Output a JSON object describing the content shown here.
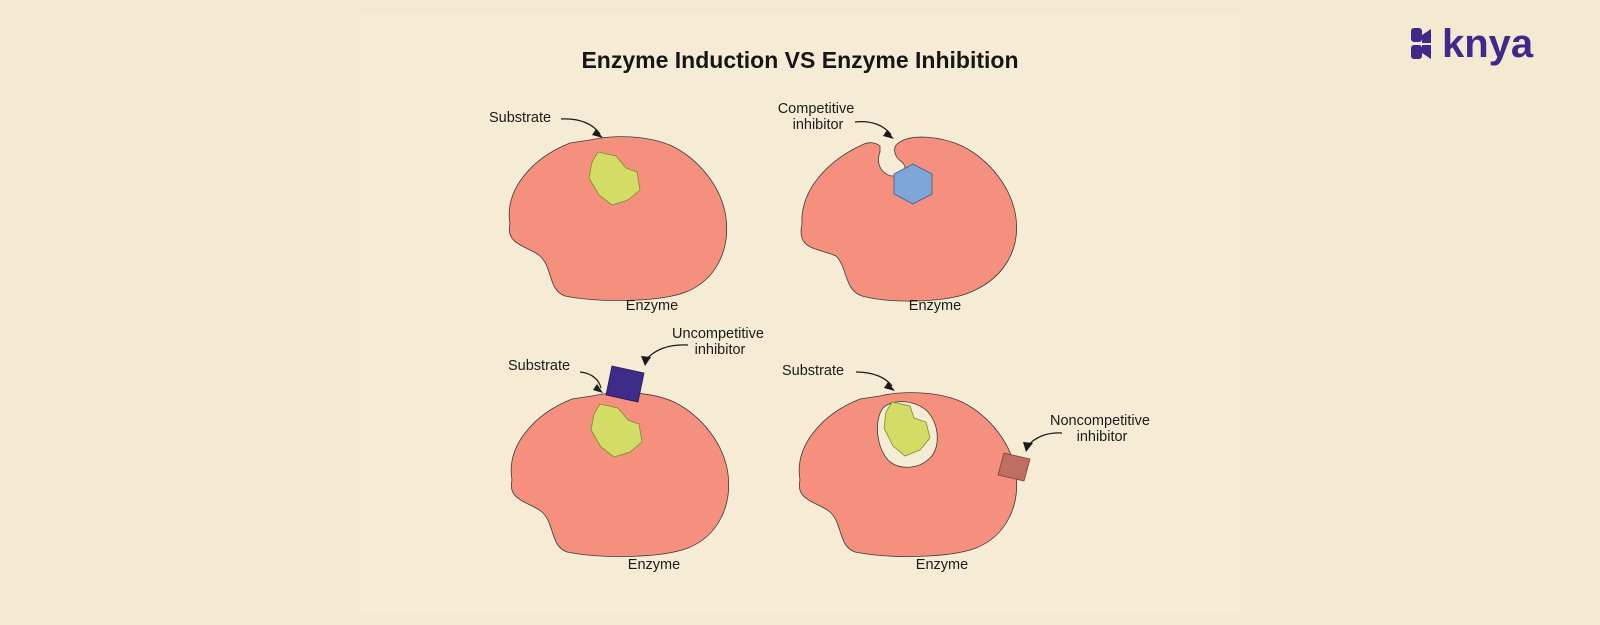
{
  "title": "Enzyme Induction VS Enzyme Inhibition",
  "brand": {
    "name": "knya",
    "color": "#3f2a8c"
  },
  "panels": [
    {
      "enzyme_label": "Enzyme",
      "pointers": [
        "Substrate"
      ]
    },
    {
      "enzyme_label": "Enzyme",
      "pointers": [
        "Competitive inhibitor"
      ]
    },
    {
      "enzyme_label": "Enzyme",
      "pointers": [
        "Substrate",
        "Uncompetitive inhibitor"
      ]
    },
    {
      "enzyme_label": "Enzyme",
      "pointers": [
        "Substrate",
        "Noncompetitive inhibitor"
      ]
    }
  ],
  "colors": {
    "background": "#f4ead2",
    "enzyme": "#f5907e",
    "substrate": "#d3dd66",
    "competitive_inhibitor": "#7ea6d6",
    "uncompetitive_inhibitor": "#3e2c8a",
    "noncompetitive_inhibitor": "#c06e64"
  }
}
